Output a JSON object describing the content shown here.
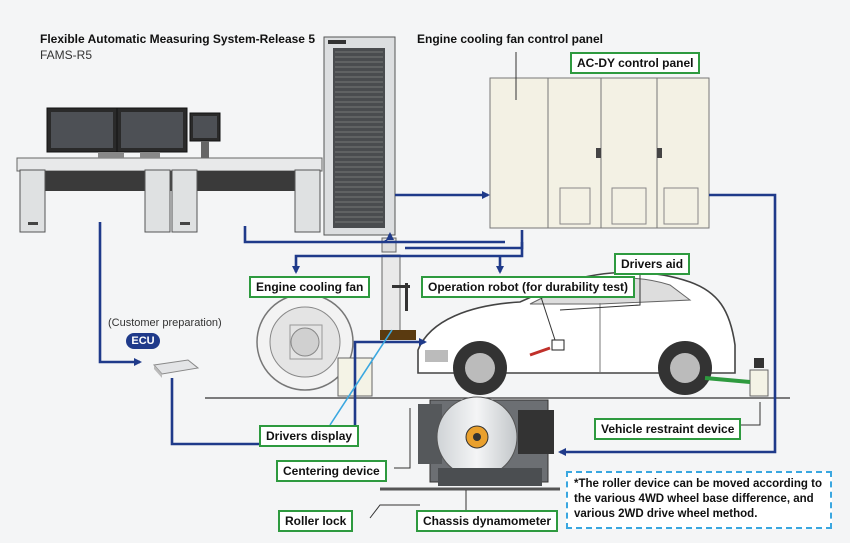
{
  "header": {
    "title": "Flexible Automatic Measuring System-Release 5",
    "subtitle": "FAMS-R5"
  },
  "labels": {
    "engine_panel": "Engine cooling fan control panel",
    "acdy_panel": "AC-DY control panel",
    "drivers_aid": "Drivers aid",
    "engine_fan": "Engine cooling fan",
    "robot": "Operation robot (for durability test)",
    "customer_prep": "(Customer preparation)",
    "ecu": "ECU",
    "drivers_display": "Drivers display",
    "restraint": "Vehicle restraint device",
    "centering": "Centering device",
    "roller_lock": "Roller lock",
    "chassis_dyno": "Chassis dynamometer"
  },
  "note": {
    "text": "*The roller device can be moved according to the various 4WD wheel base difference, and various 2WD drive wheel method."
  },
  "colors": {
    "connection_line": "#1f3a8a",
    "label_border": "#2e9a3f",
    "note_border": "#3aa7e0",
    "ecu_badge": "#1f3a8a"
  }
}
